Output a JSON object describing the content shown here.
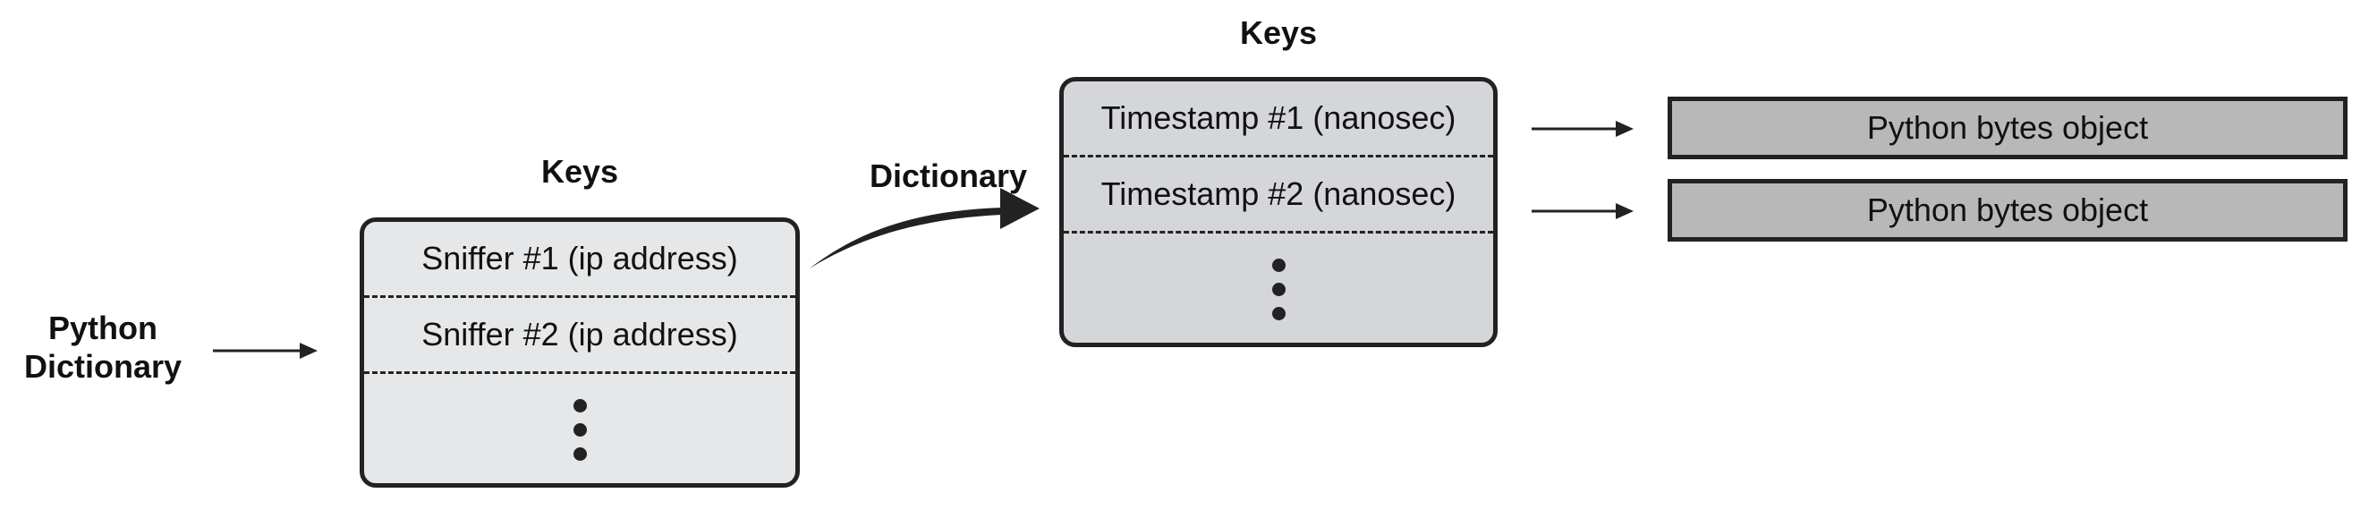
{
  "root": {
    "label": "Python Dictionary"
  },
  "level1": {
    "header": "Keys",
    "keys": [
      "Sniffer #1 (ip address)",
      "Sniffer #2 (ip address)"
    ]
  },
  "connector": {
    "label": "Dictionary"
  },
  "level2": {
    "header": "Keys",
    "keys": [
      "Timestamp #1 (nanosec)",
      "Timestamp #2 (nanosec)"
    ]
  },
  "values": [
    "Python bytes object",
    "Python bytes object"
  ]
}
